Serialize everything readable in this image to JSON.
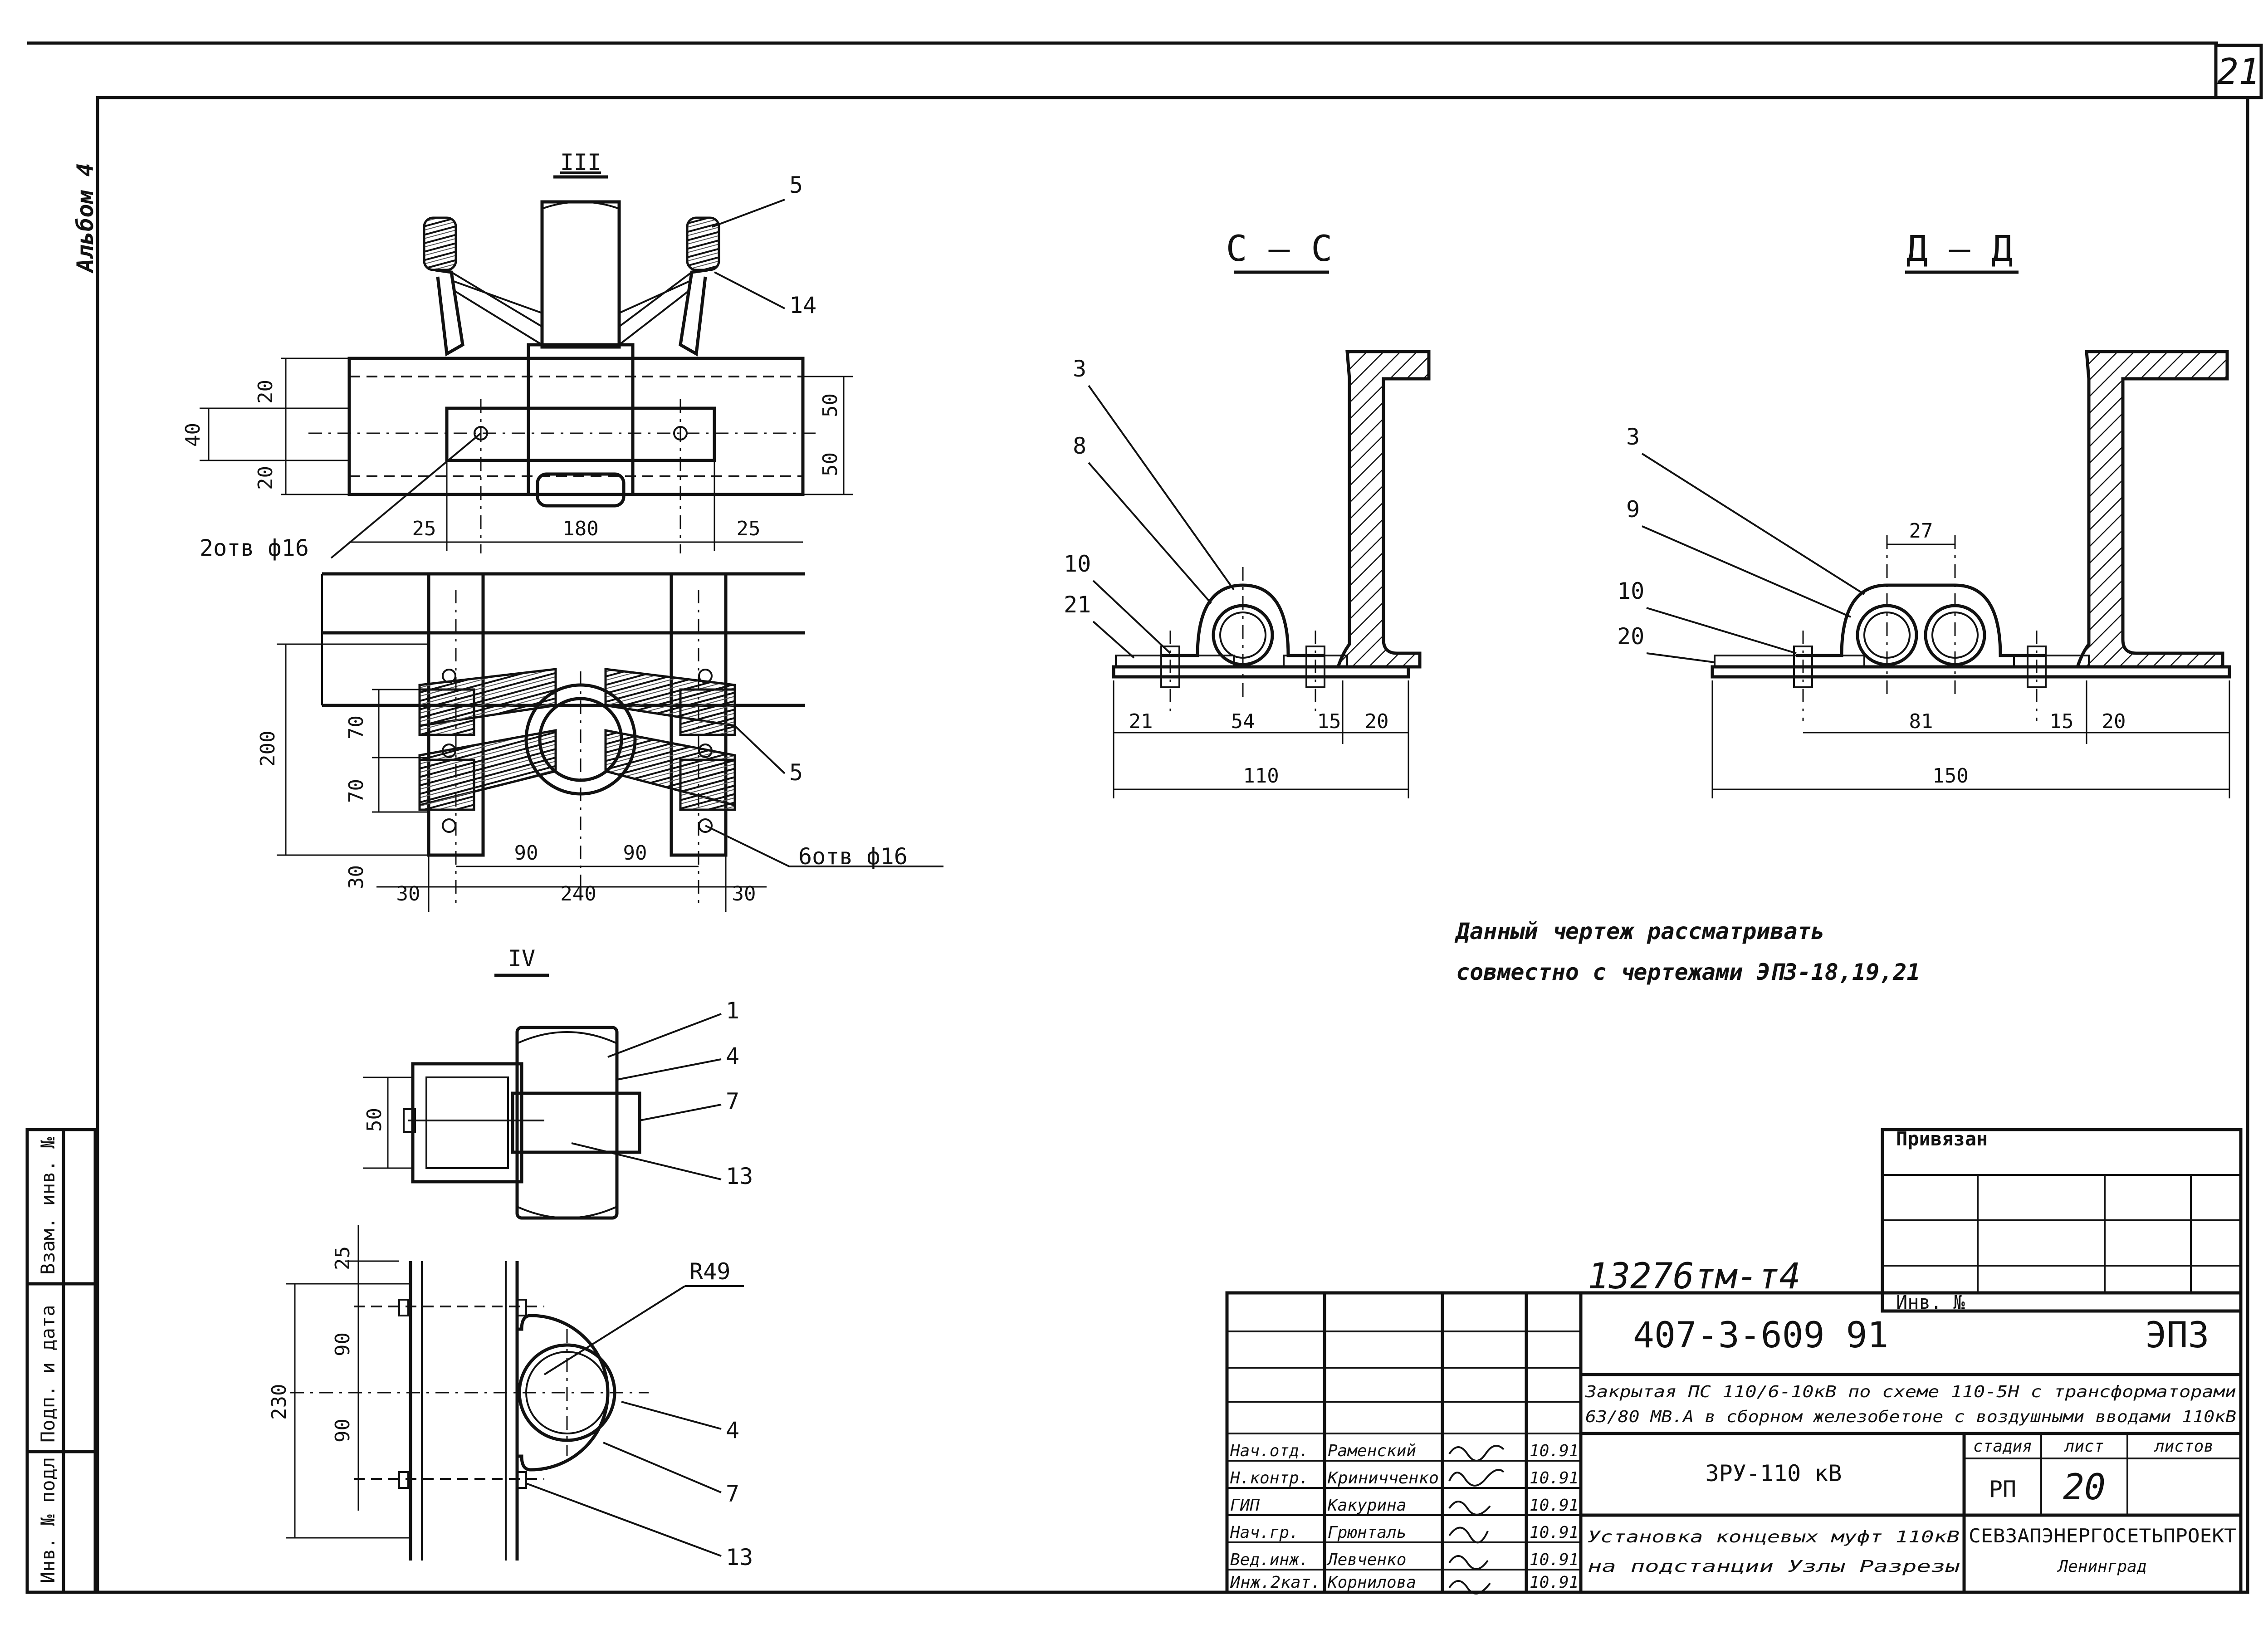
{
  "sheet": {
    "page_number": "21",
    "album": "Альбом 4",
    "archive_number": "13276тм-т4",
    "note_lines": [
      "Данный   чертеж   рассматривать",
      "совместно  с  чертежами  ЭП3-18,19,21"
    ]
  },
  "side_stamp": {
    "cells": [
      "Инв. № подл.",
      "Подп. и дата",
      "Взам. инв. №"
    ]
  },
  "views": {
    "node3": {
      "title": "III",
      "labels": [
        "5",
        "14"
      ],
      "dims_top": [
        "20",
        "40",
        "20",
        "50",
        "50",
        "25",
        "180",
        "25"
      ],
      "holes_top": "2отв ф16",
      "dims_plan": [
        "200",
        "70",
        "70",
        "30",
        "90",
        "90",
        "30",
        "240",
        "30"
      ],
      "holes_plan": "6отв ф16",
      "label_plan": "5"
    },
    "node4": {
      "title": "IV",
      "labels": [
        "1",
        "4",
        "7",
        "13"
      ],
      "dim_side": "50",
      "dims_lower": [
        "25",
        "90",
        "230",
        "90"
      ],
      "radius": "R49",
      "labels_lower": [
        "4",
        "7",
        "13"
      ]
    },
    "section_c": {
      "title": "С – С",
      "labels": [
        "3",
        "8",
        "10",
        "21"
      ],
      "dims": [
        "21",
        "54",
        "15",
        "20",
        "110"
      ]
    },
    "section_d": {
      "title": "Д – Д",
      "labels": [
        "3",
        "9",
        "10",
        "20"
      ],
      "dims": [
        "27",
        "81",
        "15",
        "20",
        "150"
      ]
    }
  },
  "title_block": {
    "binding": "Привязан",
    "inv_no": "Инв. №",
    "doc_code": "407-3-609 91",
    "mark": "ЭП3",
    "project_line1": "Закрытая ПС 110/6-10кВ по схеме 110-5Н с трансформаторами",
    "project_line2": "63/80 МВ.А в сборном железобетоне с воздушными вводами 110кВ",
    "object": "ЗРУ-110 кВ",
    "stage_header": "стадия",
    "sheet_header": "лист",
    "sheets_header": "листов",
    "stage": "РП",
    "sheet_no": "20",
    "sheet_title_line1": "Установка концевых муфт 110кВ",
    "sheet_title_line2": "на подстанции Узлы Разрезы",
    "org_line1": "СЕВЗАПЭНЕРГОСЕТЬПРОЕКТ",
    "org_line2": "Ленинград",
    "staff": [
      {
        "role": "Нач.отд.",
        "name": "Раменский",
        "date": "10.91"
      },
      {
        "role": "Н.контр.",
        "name": "Криничченко",
        "date": "10.91"
      },
      {
        "role": "ГИП",
        "name": "Какурина",
        "date": "10.91"
      },
      {
        "role": "Нач.гр.",
        "name": "Грюнталь",
        "date": "10.91"
      },
      {
        "role": "Вед.инж.",
        "name": "Левченко",
        "date": "10.91"
      },
      {
        "role": "Инж.2кат.",
        "name": "Корнилова",
        "date": "10.91"
      }
    ]
  }
}
